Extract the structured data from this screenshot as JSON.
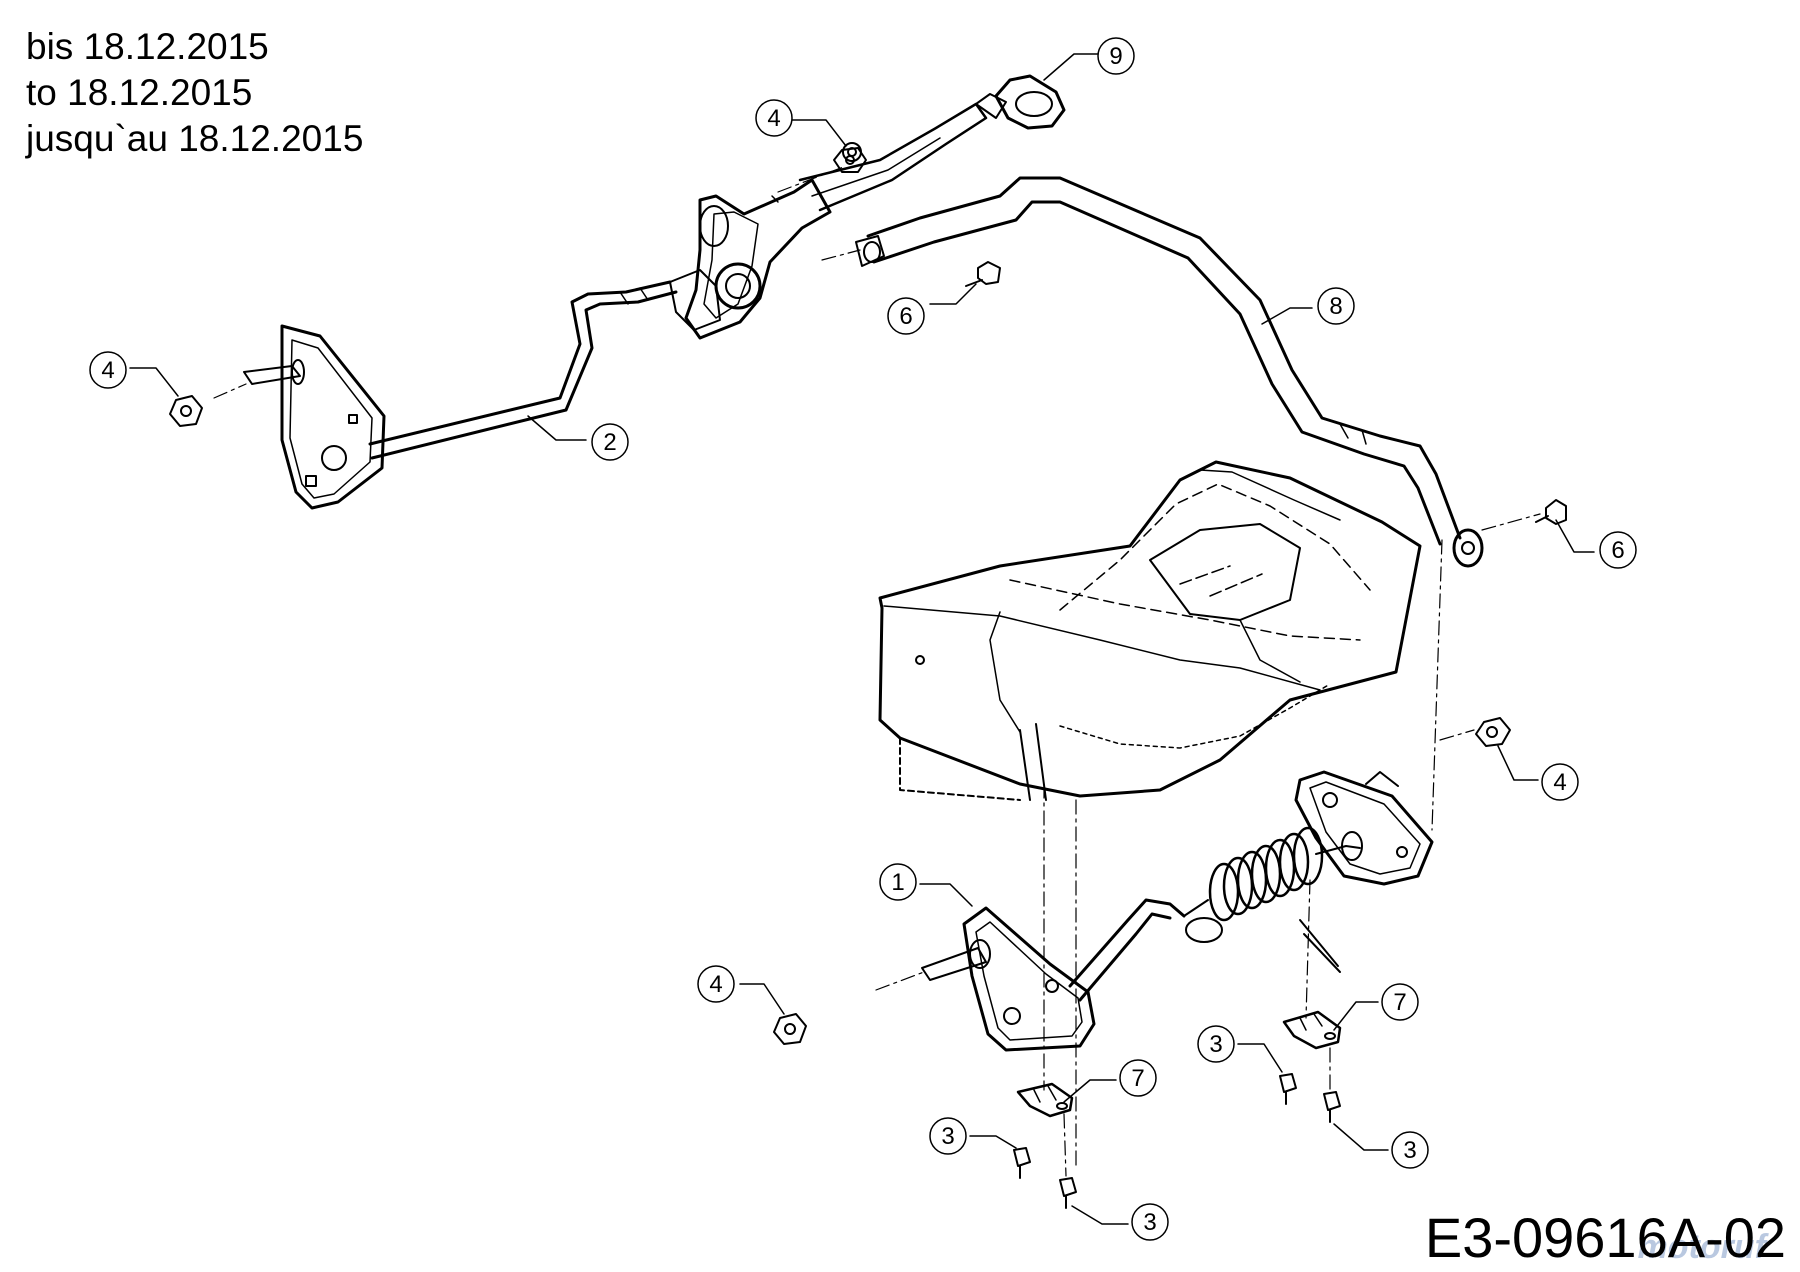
{
  "header": {
    "lines": [
      "bis 18.12.2015",
      "to 18.12.2015",
      "jusqu`au 18.12.2015"
    ]
  },
  "drawing_code": "E3-09616A-02",
  "watermark": "motoruf",
  "callouts": [
    {
      "id": "callout-9-top",
      "number": "9"
    },
    {
      "id": "callout-4-top",
      "number": "4"
    },
    {
      "id": "callout-6-top",
      "number": "6"
    },
    {
      "id": "callout-8",
      "number": "8"
    },
    {
      "id": "callout-4-left",
      "number": "4"
    },
    {
      "id": "callout-2",
      "number": "2"
    },
    {
      "id": "callout-6-right",
      "number": "6"
    },
    {
      "id": "callout-4-right",
      "number": "4"
    },
    {
      "id": "callout-1",
      "number": "1"
    },
    {
      "id": "callout-4-bottom-left",
      "number": "4"
    },
    {
      "id": "callout-7-right",
      "number": "7"
    },
    {
      "id": "callout-3-mid",
      "number": "3"
    },
    {
      "id": "callout-7-left",
      "number": "7"
    },
    {
      "id": "callout-3-left",
      "number": "3"
    },
    {
      "id": "callout-3-right",
      "number": "3"
    },
    {
      "id": "callout-3-bottom",
      "number": "3"
    }
  ]
}
